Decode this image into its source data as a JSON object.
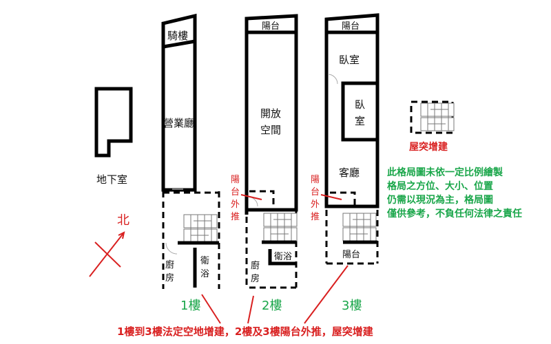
{
  "basement": {
    "label": "地下室"
  },
  "north": {
    "label": "北"
  },
  "floor1": {
    "label": "1樓",
    "arcade": "騎樓",
    "hall": "營業廳",
    "kitchen": [
      "廚",
      "房"
    ],
    "bath": [
      "衛",
      "浴"
    ]
  },
  "floor2": {
    "label": "2樓",
    "balcony": "陽台",
    "open": [
      "開放",
      "空間"
    ],
    "ext": [
      "陽",
      "台",
      "外",
      "推"
    ],
    "kitchen": [
      "廚",
      "房"
    ],
    "bath": "衛浴"
  },
  "floor3": {
    "label": "3樓",
    "balcony_top": "陽台",
    "bedroom1": "臥室",
    "bedroom2": [
      "臥",
      "室"
    ],
    "living": "客廳",
    "ext": [
      "陽",
      "台",
      "外",
      "推"
    ],
    "balcony_bottom": "陽台"
  },
  "roof": {
    "label": "屋突增建"
  },
  "disclaimer": [
    "此格局圖未依一定比例繪製",
    "格局之方位、大小、位置",
    "仍需以現況為主，格局圖",
    "僅供參考，不負任何法律之責任"
  ],
  "caption": "1樓到3樓法定空地增建，2樓及3樓陽台外推，屋突增建",
  "colors": {
    "red": "#d92020",
    "green": "#1aa64a"
  }
}
